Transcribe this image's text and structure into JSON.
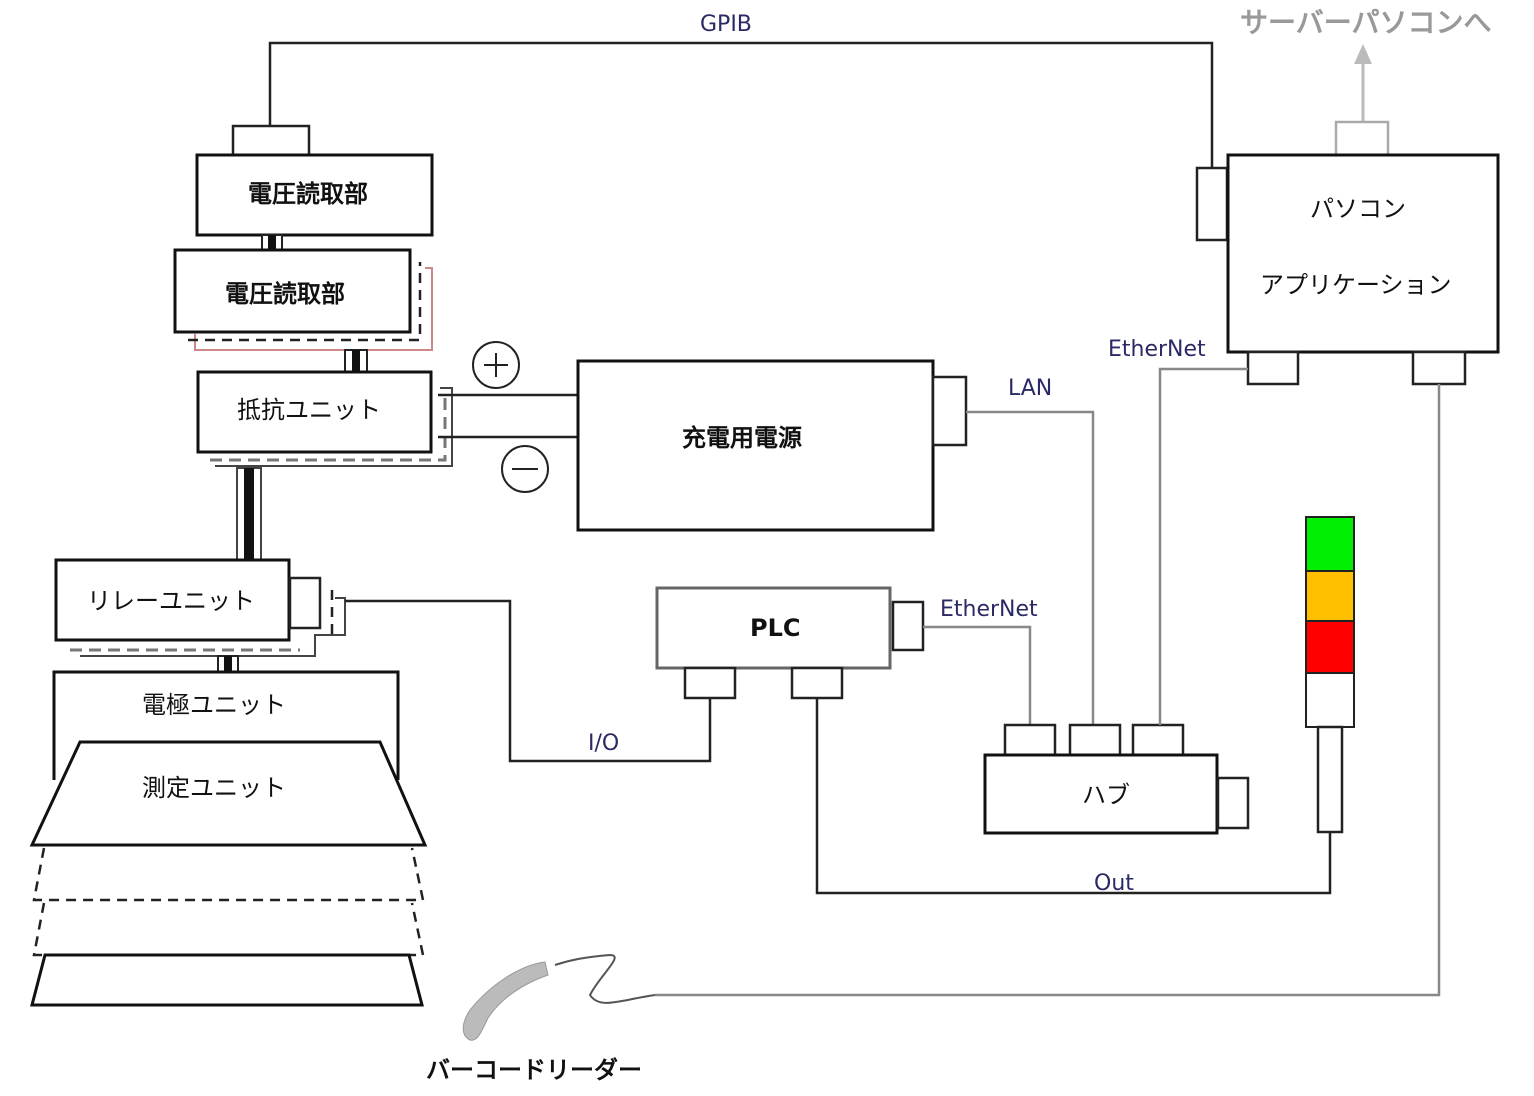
{
  "diagram": {
    "units": {
      "voltage_reader_1": "電圧読取部",
      "voltage_reader_2": "電圧読取部",
      "resistor_unit": "抵抗ユニット",
      "relay_unit": "リレーユニット",
      "electrode_unit": "電極ユニット",
      "measurement_unit": "測定ユニット",
      "charging_power_supply": "充電用電源",
      "plc": "PLC",
      "hub": "ハブ",
      "pc_line1": "パソコン",
      "pc_line2": "アプリケーション",
      "barcode_reader": "バーコードリーダー"
    },
    "connections": {
      "gpib": "GPIB",
      "server": "サーバーパソコンへ",
      "ethernet_pc": "EtherNet",
      "ethernet_plc": "EtherNet",
      "lan": "LAN",
      "io": "I/O",
      "out": "Out",
      "plus": "+",
      "minus": "−"
    },
    "signal_tower": {
      "colors": [
        "#00ee00",
        "#ffc000",
        "#ff0000",
        "#ffffff"
      ]
    }
  }
}
